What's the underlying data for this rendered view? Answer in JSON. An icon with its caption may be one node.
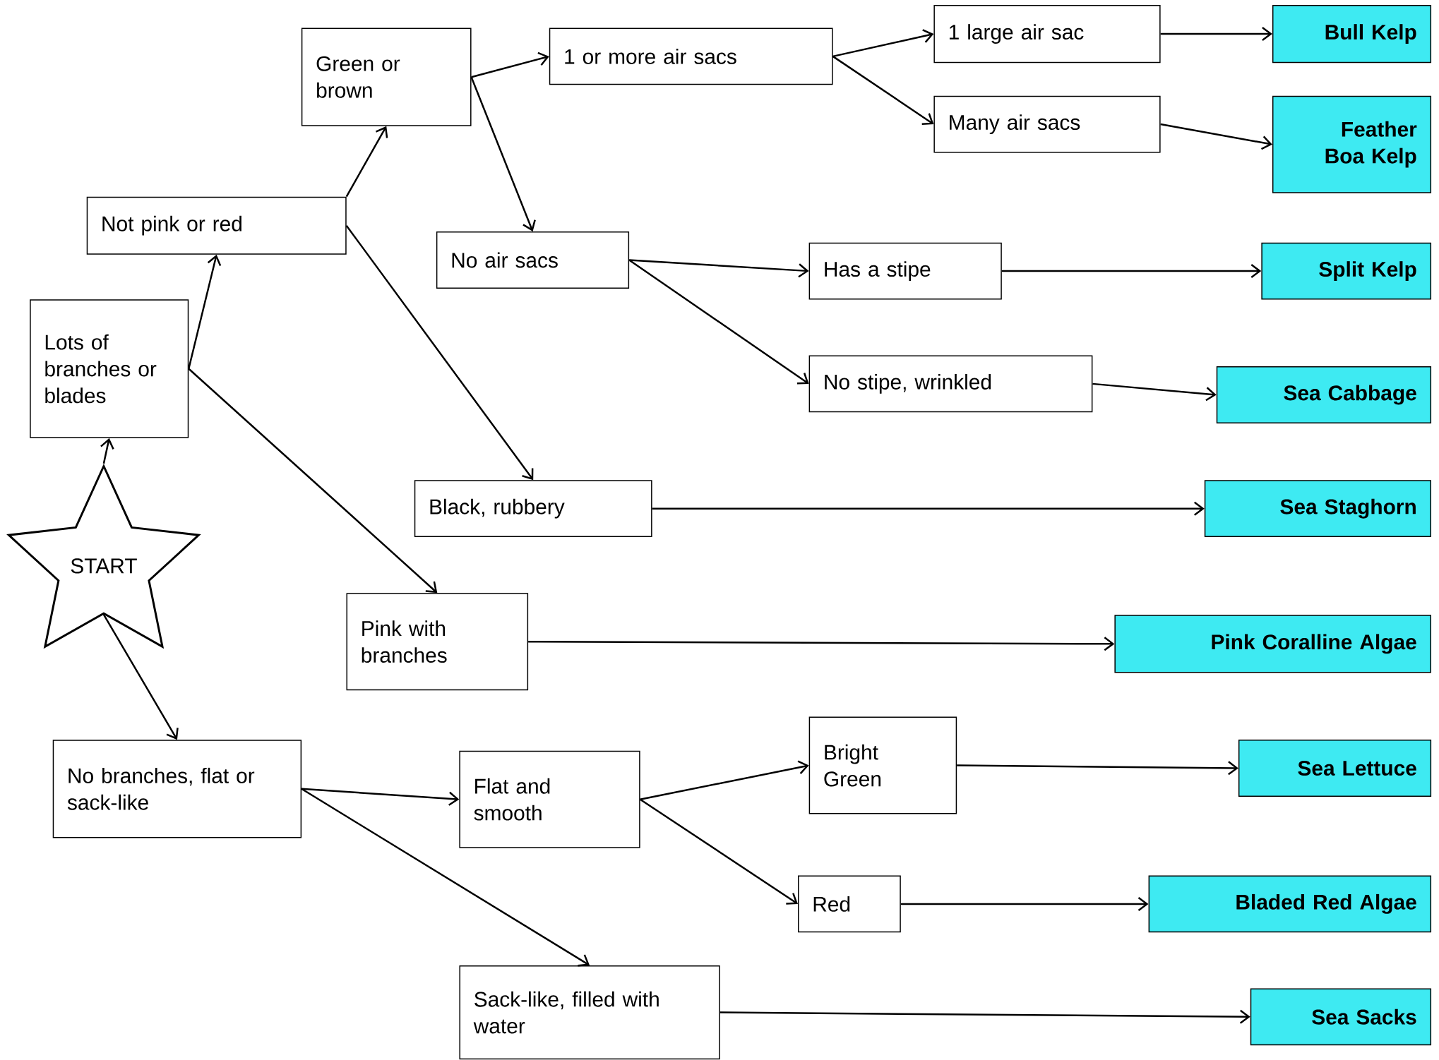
{
  "diagram": {
    "nodes": [
      {
        "text": [
          "START"
        ]
      },
      {
        "text": [
          "Lots of branches or blades"
        ]
      },
      {
        "text": [
          "Not pink or red"
        ]
      },
      {
        "text": [
          "Green or brown"
        ]
      },
      {
        "text": [
          "1 or more air sacs"
        ]
      },
      {
        "text": [
          "1 large air sac"
        ]
      },
      {
        "text": [
          "Many air sacs"
        ]
      },
      {
        "text": [
          "Bull Kelp"
        ]
      },
      {
        "text": [
          "Feather Boa Kelp"
        ]
      },
      {
        "text": [
          "No air sacs"
        ]
      },
      {
        "text": [
          "Has a stipe"
        ]
      },
      {
        "text": [
          "Split Kelp"
        ]
      },
      {
        "text": [
          "No stipe, wrinkled"
        ]
      },
      {
        "text": [
          "Sea Cabbage"
        ]
      },
      {
        "text": [
          "Black, rubbery"
        ]
      },
      {
        "text": [
          "Sea Staghorn"
        ]
      },
      {
        "text": [
          "Pink with branches"
        ]
      },
      {
        "text": [
          "Pink Coralline Algae"
        ]
      },
      {
        "text": [
          "No branches, flat or sack-like"
        ]
      },
      {
        "text": [
          "Flat and smooth"
        ]
      },
      {
        "text": [
          "Bright Green"
        ]
      },
      {
        "text": [
          "Sea Lettuce"
        ]
      },
      {
        "text": [
          "Red"
        ]
      },
      {
        "text": [
          "Bladed Red Algae"
        ]
      },
      {
        "text": [
          "Sack-like, filled with water"
        ]
      },
      {
        "text": [
          "Sea Sacks"
        ]
      }
    ],
    "edges": [
      {
        "from": 0,
        "to": 1,
        "arrow": "to"
      },
      {
        "from": 0,
        "to": 18,
        "arrow": "to"
      },
      {
        "from": 1,
        "to": 2,
        "arrow": "to"
      },
      {
        "from": 1,
        "to": 16,
        "arrow": "to"
      },
      {
        "from": 2,
        "to": 3,
        "arrow": "to"
      },
      {
        "from": 2,
        "to": 14,
        "arrow": "to"
      },
      {
        "from": 3,
        "to": 4,
        "arrow": "to"
      },
      {
        "from": 3,
        "to": 9,
        "arrow": "to"
      },
      {
        "from": 4,
        "to": 5,
        "arrow": "to"
      },
      {
        "from": 4,
        "to": 6,
        "arrow": "to"
      },
      {
        "from": 5,
        "to": 7,
        "arrow": "to"
      },
      {
        "from": 6,
        "to": 8,
        "arrow": "to"
      },
      {
        "from": 9,
        "to": 10,
        "arrow": "to"
      },
      {
        "from": 9,
        "to": 12,
        "arrow": "to"
      },
      {
        "from": 10,
        "to": 11,
        "arrow": "to"
      },
      {
        "from": 12,
        "to": 13,
        "arrow": "to"
      },
      {
        "from": 14,
        "to": 15,
        "arrow": "to"
      },
      {
        "from": 16,
        "to": 17,
        "arrow": "to"
      },
      {
        "from": 18,
        "to": 19,
        "arrow": "to"
      },
      {
        "from": 18,
        "to": 24,
        "arrow": "to"
      },
      {
        "from": 19,
        "to": 20,
        "arrow": "to"
      },
      {
        "from": 19,
        "to": 22,
        "arrow": "to"
      },
      {
        "from": 20,
        "to": 21,
        "arrow": "to"
      },
      {
        "from": 22,
        "to": 23,
        "arrow": "to"
      },
      {
        "from": 24,
        "to": 25,
        "arrow": "to"
      }
    ]
  }
}
